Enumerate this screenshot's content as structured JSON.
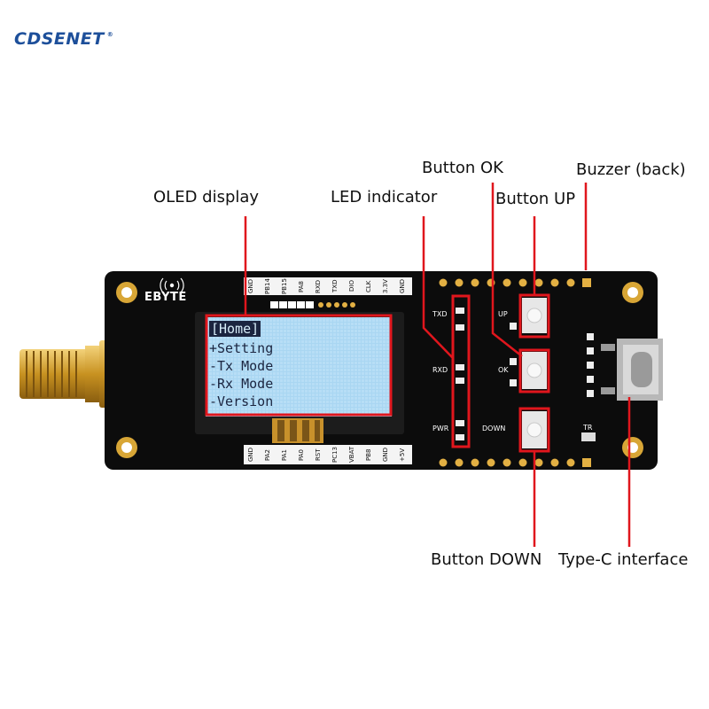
{
  "brand": {
    "name": "CDSENET",
    "mark": "®"
  },
  "board": {
    "logo": "EBYTE",
    "top_pins": [
      "GND",
      "PB14",
      "PB15",
      "PA8",
      "RXD",
      "TXD",
      "DIO",
      "CLK",
      "3.3V",
      "GND"
    ],
    "bottom_pins": [
      "GND",
      "PA2",
      "PA1",
      "PA0",
      "RST",
      "PC13",
      "VBAT",
      "PB8",
      "GND",
      "+5V"
    ],
    "led_labels": [
      "TXD",
      "RXD",
      "PWR"
    ],
    "button_labels": [
      "UP",
      "OK",
      "DOWN"
    ],
    "switch_label": "TR"
  },
  "oled": {
    "lines": [
      "[Home]",
      "+Setting",
      "-Tx Mode",
      "-Rx Mode",
      "-Version"
    ]
  },
  "callouts": {
    "oled_display": "OLED display",
    "led_indicator": "LED indicator",
    "button_ok": "Button OK",
    "button_up": "Button UP",
    "buzzer": "Buzzer (back)",
    "button_down": "Button DOWN",
    "type_c": "Type-C interface"
  },
  "colors": {
    "highlight": "#e0161d",
    "brand": "#1d4f9a",
    "board": "#0c0c0c",
    "oled": "#a9d6f2"
  }
}
